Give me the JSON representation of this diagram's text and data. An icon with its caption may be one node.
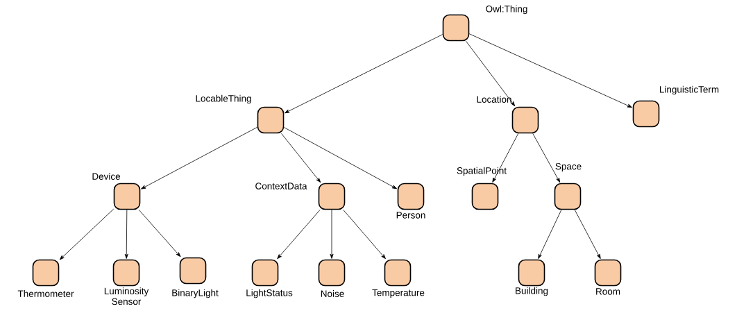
{
  "diagram": {
    "nodes": [
      {
        "text": [
          "Owl:Thing"
        ]
      },
      {
        "text": [
          "LocableThing"
        ]
      },
      {
        "text": [
          "Location"
        ]
      },
      {
        "text": [
          "LinguisticTerm"
        ]
      },
      {
        "text": [
          "Device"
        ]
      },
      {
        "text": [
          "ContextData"
        ]
      },
      {
        "text": [
          "Person"
        ]
      },
      {
        "text": [
          "SpatialPoint"
        ]
      },
      {
        "text": [
          "Space"
        ]
      },
      {
        "text": [
          "Thermometer"
        ]
      },
      {
        "text": [
          "Luminosity Sensor"
        ]
      },
      {
        "text": [
          "BinaryLight"
        ]
      },
      {
        "text": [
          "LightStatus"
        ]
      },
      {
        "text": [
          "Noise"
        ]
      },
      {
        "text": [
          "Temperature"
        ]
      },
      {
        "text": [
          "Building"
        ]
      },
      {
        "text": [
          "Room"
        ]
      }
    ],
    "edges": [
      {
        "from": 0,
        "to": 1,
        "arrow": "to"
      },
      {
        "from": 0,
        "to": 2,
        "arrow": "to"
      },
      {
        "from": 0,
        "to": 3,
        "arrow": "to"
      },
      {
        "from": 1,
        "to": 4,
        "arrow": "to"
      },
      {
        "from": 1,
        "to": 5,
        "arrow": "to"
      },
      {
        "from": 1,
        "to": 6,
        "arrow": "to"
      },
      {
        "from": 2,
        "to": 7,
        "arrow": "to"
      },
      {
        "from": 2,
        "to": 8,
        "arrow": "to"
      },
      {
        "from": 4,
        "to": 9,
        "arrow": "to"
      },
      {
        "from": 4,
        "to": 10,
        "arrow": "to"
      },
      {
        "from": 4,
        "to": 11,
        "arrow": "to"
      },
      {
        "from": 5,
        "to": 12,
        "arrow": "to"
      },
      {
        "from": 5,
        "to": 13,
        "arrow": "to"
      },
      {
        "from": 5,
        "to": 14,
        "arrow": "to"
      },
      {
        "from": 8,
        "to": 15,
        "arrow": "to"
      },
      {
        "from": 8,
        "to": 16,
        "arrow": "to"
      }
    ]
  }
}
